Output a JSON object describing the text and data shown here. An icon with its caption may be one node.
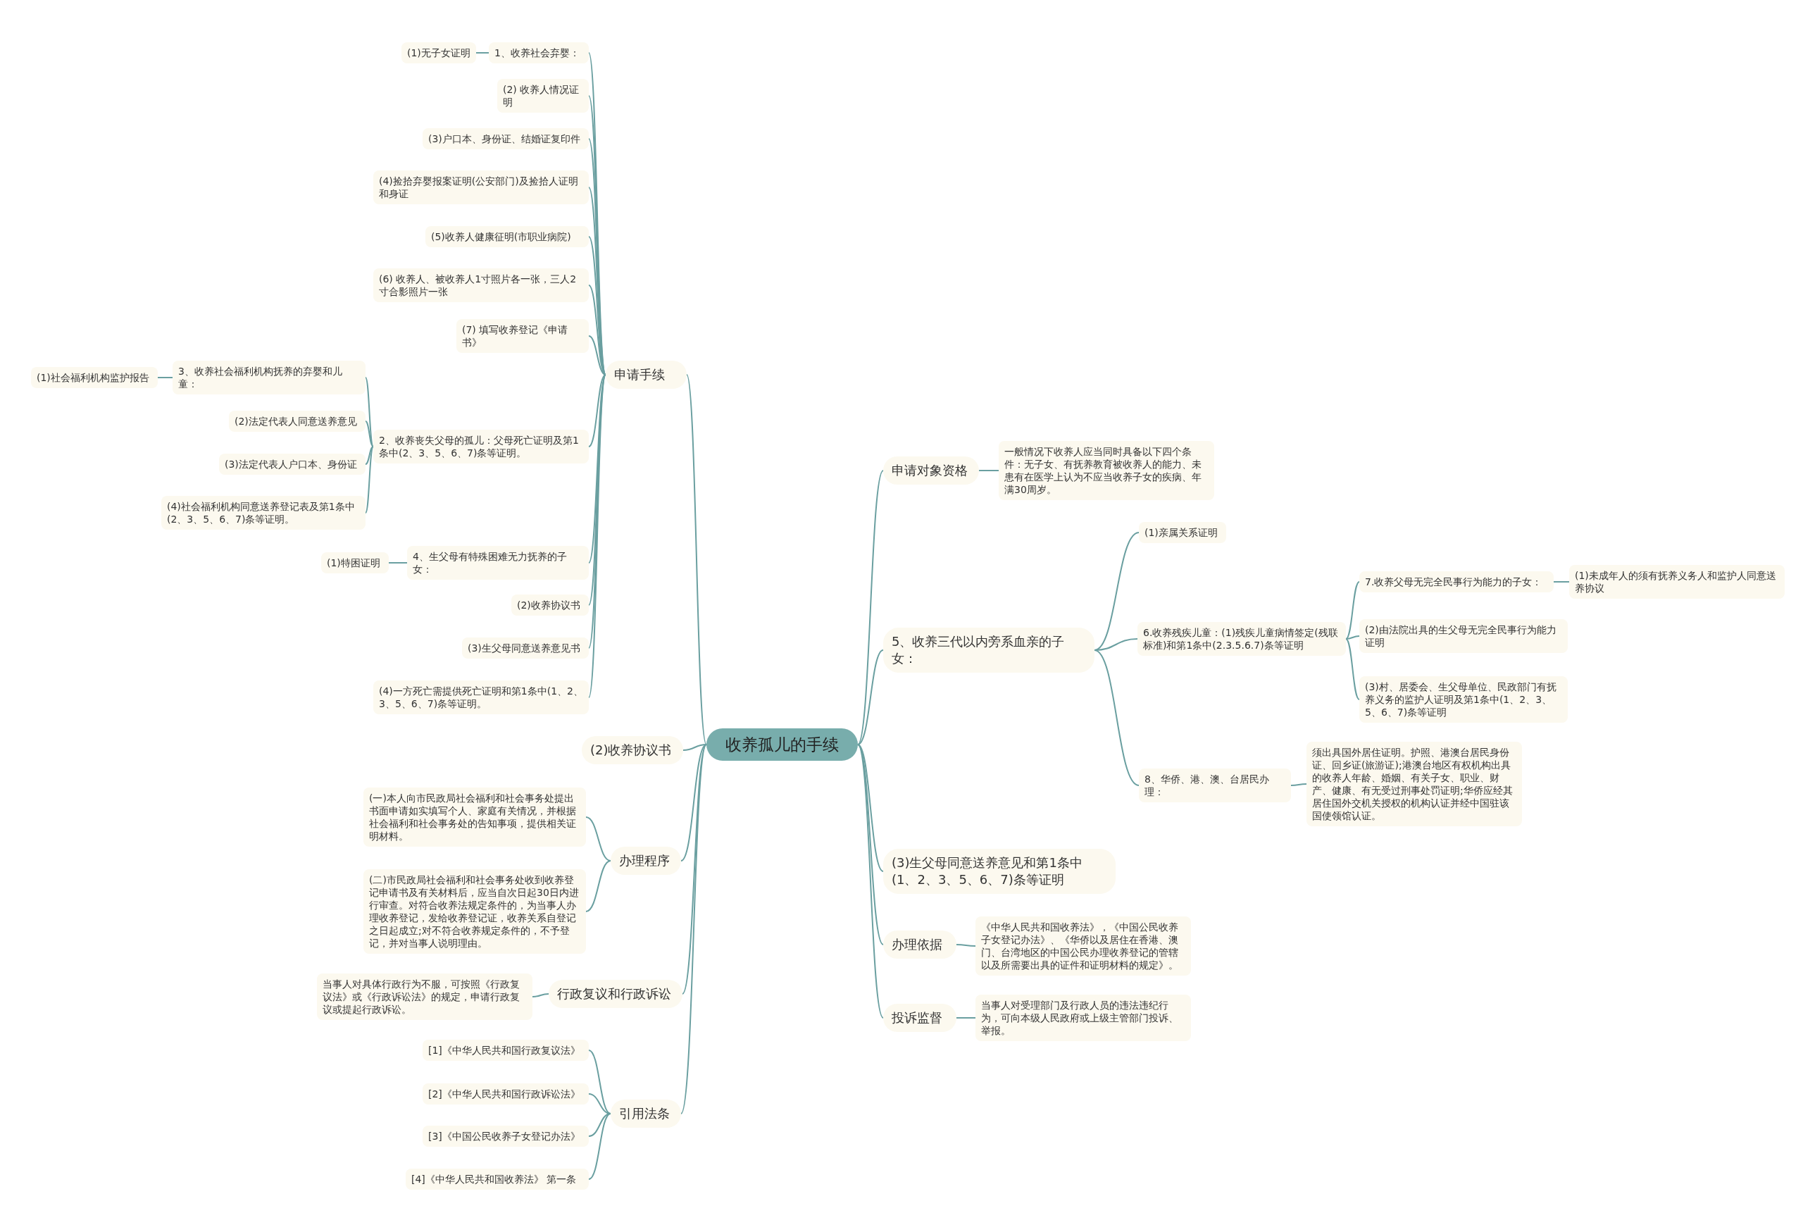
{
  "diagram": {
    "nodes": [
      {
        "text": [
          "收养孤儿的手续"
        ]
      },
      {
        "text": [
          "申请手续"
        ]
      },
      {
        "text": [
          "1、收养社会弃婴："
        ]
      },
      {
        "text": [
          "(1)无子女证明"
        ]
      },
      {
        "text": [
          "(2) 收养人情况证明"
        ]
      },
      {
        "text": [
          "(3)户口本、身份证、结婚证复印件"
        ]
      },
      {
        "text": [
          "(4)捡拾弃婴报案证明(公安部门)及捡拾人证明和身证"
        ]
      },
      {
        "text": [
          "(5)收养人健康征明(市职业病院)"
        ]
      },
      {
        "text": [
          "(6) 收养人、被收养人1寸照片各一张，三人2寸合影照片一张"
        ]
      },
      {
        "text": [
          "(7) 填写收养登记《申请书》"
        ]
      },
      {
        "text": [
          "2、收养丧失父母的孤儿：父母死亡证明及第1条中(2、3、5、6、7)条等证明。"
        ]
      },
      {
        "text": [
          "3、收养社会福利机构抚养的弃婴和儿童："
        ]
      },
      {
        "text": [
          "(1)社会福利机构监护报告"
        ]
      },
      {
        "text": [
          "(2)法定代表人同意送养意见"
        ]
      },
      {
        "text": [
          "(3)法定代表人户口本、身份证"
        ]
      },
      {
        "text": [
          "(4)社会福利机构同意送养登记表及第1条中(2、3、5、6、7)条等证明。"
        ]
      },
      {
        "text": [
          "4、生父母有特殊困难无力抚养的子女："
        ]
      },
      {
        "text": [
          "(1)特困证明"
        ]
      },
      {
        "text": [
          "(2)收养协议书"
        ]
      },
      {
        "text": [
          "(3)生父母同意送养意见书"
        ]
      },
      {
        "text": [
          "(4)一方死亡需提供死亡证明和第1条中(1、2、3、5、6、7)条等证明。"
        ]
      },
      {
        "text": [
          "(2)收养协议书"
        ]
      },
      {
        "text": [
          "办理程序"
        ]
      },
      {
        "text": [
          "(一)本人向市民政局社会福利和社会事务处提出书面申请如实填写个人、家庭有关情况，并根据社会福利和社会事务处的告知事项，提供相关证明材料。"
        ]
      },
      {
        "text": [
          "(二)市民政局社会福利和社会事务处收到收养登记申请书及有关材料后，应当自次日起30日内进行审查。对符合收养法规定条件的，为当事人办理收养登记，发给收养登记证，收养关系自登记之日起成立;对不符合收养规定条件的，不予登记，并对当事人说明理由。"
        ]
      },
      {
        "text": [
          "行政复议和行政诉讼"
        ]
      },
      {
        "text": [
          "当事人对具体行政行为不服，可按照《行政复议法》或《行政诉讼法》的规定，申请行政复议或提起行政诉讼。"
        ]
      },
      {
        "text": [
          "引用法条"
        ]
      },
      {
        "text": [
          "[1]《中华人民共和国行政复议法》"
        ]
      },
      {
        "text": [
          "[2]《中华人民共和国行政诉讼法》"
        ]
      },
      {
        "text": [
          "[3]《中国公民收养子女登记办法》"
        ]
      },
      {
        "text": [
          "[4]《中华人民共和国收养法》 第一条"
        ]
      },
      {
        "text": [
          "申请对象资格"
        ]
      },
      {
        "text": [
          "一般情况下收养人应当同时具备以下四个条件：无子女、有抚养教育被收养人的能力、未患有在医学上认为不应当收养子女的疾病、年满30周岁。"
        ]
      },
      {
        "text": [
          "5、收养三代以内旁系血亲的子女："
        ]
      },
      {
        "text": [
          "(1)亲属关系证明"
        ]
      },
      {
        "text": [
          "6.收养残疾儿童：(1)残疾儿童病情签定(残联标准)和第1条中(2.3.5.6.7)条等证明"
        ]
      },
      {
        "text": [
          "7.收养父母无完全民事行为能力的子女："
        ]
      },
      {
        "text": [
          "(1)未成年人的须有抚养义务人和监护人同意送养协议"
        ]
      },
      {
        "text": [
          "(2)由法院出具的生父母无完全民事行为能力证明"
        ]
      },
      {
        "text": [
          "(3)村、居委会、生父母单位、民政部门有抚养义务的监护人证明及第1条中(1、2、3、5、6、7)条等证明"
        ]
      },
      {
        "text": [
          "8、华侨、港、澳、台居民办理："
        ]
      },
      {
        "text": [
          "须出具国外居住证明。护照、港澳台居民身份证、回乡证(旅游证);港澳台地区有权机构出具的收养人年龄、婚姻、有关子女、职业、财产、健康、有无受过刑事处罚证明;华侨应经其居住国外交机关授权的机构认证并经中国驻该国使领馆认证。"
        ]
      },
      {
        "text": [
          "(3)生父母同意送养意见和第1条中(1、2、3、5、6、7)条等证明"
        ]
      },
      {
        "text": [
          "办理依据"
        ]
      },
      {
        "text": [
          "《中华人民共和国收养法》，《中国公民收养子女登记办法》、《华侨以及居住在香港、澳门、台湾地区的中国公民办理收养登记的管辖以及所需要出具的证件和证明材料的规定》。"
        ]
      },
      {
        "text": [
          "投诉监督"
        ]
      },
      {
        "text": [
          "当事人对受理部门及行政人员的违法违纪行为，可向本级人民政府或上级主管部门投诉、举报。"
        ]
      }
    ],
    "edges": [
      {
        "from": 0,
        "to": 1,
        "arrow": "none"
      },
      {
        "from": 0,
        "to": 21,
        "arrow": "none"
      },
      {
        "from": 0,
        "to": 22,
        "arrow": "none"
      },
      {
        "from": 0,
        "to": 25,
        "arrow": "none"
      },
      {
        "from": 0,
        "to": 27,
        "arrow": "none"
      },
      {
        "from": 0,
        "to": 32,
        "arrow": "none"
      },
      {
        "from": 0,
        "to": 34,
        "arrow": "none"
      },
      {
        "from": 0,
        "to": 43,
        "arrow": "none"
      },
      {
        "from": 0,
        "to": 44,
        "arrow": "none"
      },
      {
        "from": 0,
        "to": 46,
        "arrow": "none"
      },
      {
        "from": 1,
        "to": 2,
        "arrow": "none"
      },
      {
        "from": 1,
        "to": 4,
        "arrow": "none"
      },
      {
        "from": 1,
        "to": 5,
        "arrow": "none"
      },
      {
        "from": 1,
        "to": 6,
        "arrow": "none"
      },
      {
        "from": 1,
        "to": 7,
        "arrow": "none"
      },
      {
        "from": 1,
        "to": 8,
        "arrow": "none"
      },
      {
        "from": 1,
        "to": 9,
        "arrow": "none"
      },
      {
        "from": 1,
        "to": 10,
        "arrow": "none"
      },
      {
        "from": 1,
        "to": 16,
        "arrow": "none"
      },
      {
        "from": 1,
        "to": 18,
        "arrow": "none"
      },
      {
        "from": 1,
        "to": 19,
        "arrow": "none"
      },
      {
        "from": 1,
        "to": 20,
        "arrow": "none"
      },
      {
        "from": 2,
        "to": 3,
        "arrow": "none"
      },
      {
        "from": 10,
        "to": 11,
        "arrow": "none"
      },
      {
        "from": 10,
        "to": 13,
        "arrow": "none"
      },
      {
        "from": 10,
        "to": 14,
        "arrow": "none"
      },
      {
        "from": 10,
        "to": 15,
        "arrow": "none"
      },
      {
        "from": 11,
        "to": 12,
        "arrow": "none"
      },
      {
        "from": 16,
        "to": 17,
        "arrow": "none"
      },
      {
        "from": 22,
        "to": 23,
        "arrow": "none"
      },
      {
        "from": 22,
        "to": 24,
        "arrow": "none"
      },
      {
        "from": 25,
        "to": 26,
        "arrow": "none"
      },
      {
        "from": 27,
        "to": 28,
        "arrow": "none"
      },
      {
        "from": 27,
        "to": 29,
        "arrow": "none"
      },
      {
        "from": 27,
        "to": 30,
        "arrow": "none"
      },
      {
        "from": 27,
        "to": 31,
        "arrow": "none"
      },
      {
        "from": 32,
        "to": 33,
        "arrow": "none"
      },
      {
        "from": 34,
        "to": 35,
        "arrow": "none"
      },
      {
        "from": 34,
        "to": 36,
        "arrow": "none"
      },
      {
        "from": 34,
        "to": 41,
        "arrow": "none"
      },
      {
        "from": 36,
        "to": 37,
        "arrow": "none"
      },
      {
        "from": 36,
        "to": 39,
        "arrow": "none"
      },
      {
        "from": 36,
        "to": 40,
        "arrow": "none"
      },
      {
        "from": 37,
        "to": 38,
        "arrow": "none"
      },
      {
        "from": 41,
        "to": 42,
        "arrow": "none"
      },
      {
        "from": 44,
        "to": 45,
        "arrow": "none"
      },
      {
        "from": 46,
        "to": 47,
        "arrow": "none"
      }
    ]
  }
}
